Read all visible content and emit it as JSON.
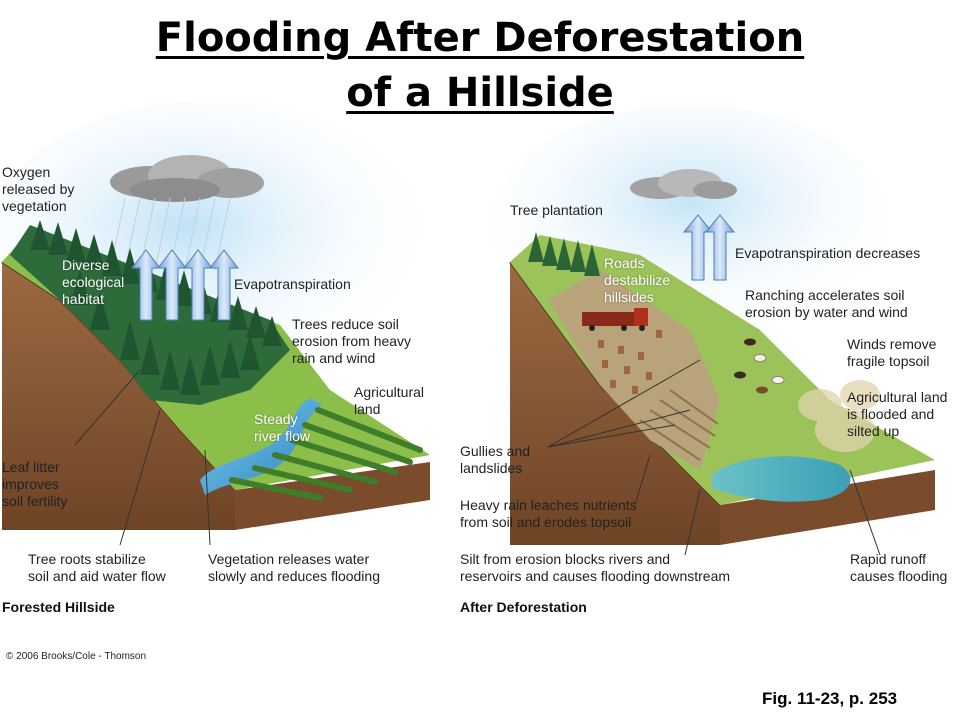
{
  "title_line1": "Flooding After Deforestation",
  "title_line2": "of a Hillside",
  "left_panel": {
    "caption": "Forested Hillside",
    "labels": {
      "oxygen": "Oxygen\nreleased by\nvegetation",
      "habitat": "Diverse\necological\nhabitat",
      "evapotranspiration": "Evapotranspiration",
      "trees_reduce": "Trees reduce soil\nerosion from heavy\nrain and wind",
      "agricultural": "Agricultural\nland",
      "steady_river": "Steady\nriver flow",
      "leaf_litter": "Leaf litter\nimproves\nsoil fertility",
      "tree_roots": "Tree roots stabilize\nsoil and aid water flow",
      "vegetation_releases": "Vegetation releases water\nslowly and reduces flooding"
    }
  },
  "right_panel": {
    "caption": "After Deforestation",
    "labels": {
      "tree_plantation": "Tree plantation",
      "evap_decreases": "Evapotranspiration decreases",
      "roads": "Roads\ndestabilize\nhillsides",
      "ranching": "Ranching accelerates soil\nerosion by water and wind",
      "winds": "Winds remove\nfragile topsoil",
      "ag_flooded": "Agricultural land\nis flooded and\nsilted up",
      "gullies": "Gullies and\nlandslides",
      "heavy_rain": "Heavy rain leaches nutrients\nfrom soil and erodes topsoil",
      "silt": "Silt from erosion blocks rivers and\nreservoirs and causes flooding downstream",
      "rapid_runoff": "Rapid runoff\ncauses flooding"
    }
  },
  "copyright": "© 2006 Brooks/Cole - Thomson",
  "figure_ref": "Fig. 11-23, p. 253",
  "colors": {
    "soil_brown": "#8a5a36",
    "grass_green": "#8cbf4a",
    "forest_green": "#2e6b3a",
    "water_blue": "#4fa8d8",
    "arrow_blue": "#9cc4ea",
    "sky_blue": "#cfe8f8"
  }
}
